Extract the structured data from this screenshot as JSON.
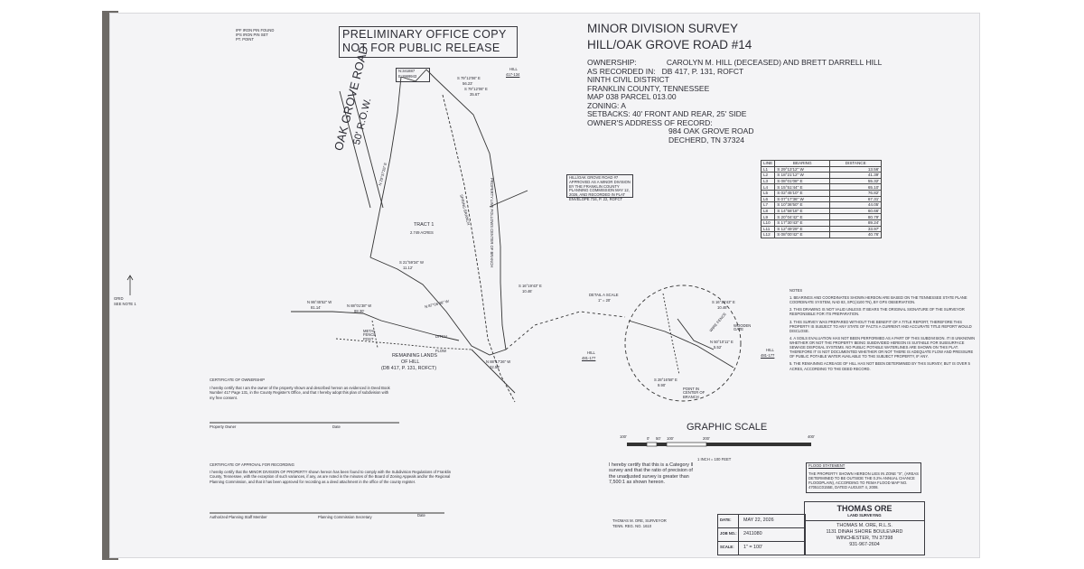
{
  "legend": {
    "lines": [
      "IPF IRON PIN FOUND",
      "IPS IRON PIN SET",
      "PT. POINT"
    ]
  },
  "stamp": {
    "line1": "PRELIMINARY OFFICE COPY",
    "line2": "NOT FOR PUBLIC RELEASE"
  },
  "title": {
    "line1": "MINOR DIVISION SURVEY",
    "line2": "HILL/OAK GROVE ROAD #14"
  },
  "info": {
    "ownership_label": "OWNERSHIP:",
    "ownership_value": "CAROLYN M. HILL (DECEASED) AND BRETT DARRELL HILL",
    "recorded_label": "AS RECORDED IN:",
    "recorded_value": "DB 417, P. 131, ROFCT",
    "district": "NINTH CIVIL DISTRICT",
    "county": "FRANKLIN COUNTY, TENNESSEE",
    "map": "MAP 038 PARCEL 013.00",
    "zoning": "ZONING: A",
    "setbacks": "SETBACKS: 40' FRONT AND REAR, 25' SIDE",
    "address_label": "OWNER'S ADDRESS OF RECORD:",
    "address_line1": "984 OAK GROVE ROAD",
    "address_line2": "DECHERD, TN 37324"
  },
  "line_table": {
    "headers": [
      "LINE",
      "BEARING",
      "DISTANCE"
    ],
    "rows": [
      [
        "L1",
        "S 29°13'12\" W",
        "13.56'"
      ],
      [
        "L2",
        "S 18°21'12\" W",
        "41.39'"
      ],
      [
        "L3",
        "S 08°01'08\" E",
        "55.32'"
      ],
      [
        "L4",
        "S 15°51'44\" E",
        "65.10'"
      ],
      [
        "L5",
        "S 02°45'10\" E",
        "76.82'"
      ],
      [
        "L6",
        "S 07°17'36\" W",
        "67.31'"
      ],
      [
        "L7",
        "S 10°36'50\" E",
        "44.05'"
      ],
      [
        "L8",
        "S 14°58'18\" E",
        "60.66'"
      ],
      [
        "L9",
        "S 20°04'42\" E",
        "80.79'"
      ],
      [
        "L10",
        "S 17°30'43\" E",
        "89.24'"
      ],
      [
        "L11",
        "S 12°49'29\" E",
        "33.97'"
      ],
      [
        "L12",
        "S 08°00'42\" E",
        "40.76'"
      ]
    ]
  },
  "plat": {
    "road_name": "OAK GROVE ROAD",
    "road_row": "50' R.O.W.",
    "road_bearing": "N 29°37'26\" E",
    "coord_n": "N:341887",
    "coord_e": "E:1969943",
    "hill_ref_top": "HILL",
    "hill_ref_top_page": "417-134",
    "bearing_a": "S 79°12'06\" E",
    "bearing_a_dist": "56.23'",
    "bearing_b": "S 79°12'06\" E",
    "bearing_b_dist": "35.67'",
    "tract_label": "TRACT 1",
    "tract_area": "2.749 ACRES",
    "spring_branch": "SPRING BRANCH",
    "flow": "FLOW",
    "ditch": "DITCH",
    "boundary_note": "PROPERTY LINE FOLLOWS CENTER OF BRANCH",
    "approval_box": "HILL/OAK GROVE ROAD #7 APPROVED AS A MINOR DIVISION BY THE FRANKLIN COUNTY PLANNING COMMISSION MAY 12, 2026, AND RECORDED IN PLAT ENVELOPE 734, P. 22, ROFCT",
    "grid_label": "GRID",
    "see_note": "SEE NOTE 1",
    "bearing_c": "N 86°45'52\" W",
    "bearing_c_dist": "81.14'",
    "bearing_d": "N 88°01'38\" W",
    "bearing_d_dist": "88.30'",
    "bearing_e": "S 21°59'34\" W",
    "bearing_e_dist": "11.12'",
    "bearing_f": "N 87°06'38\" W",
    "bearing_g": "S 16°19'43\" E",
    "bearing_g_dist": "10.46'",
    "bearing_h": "N 88°17'26\" W",
    "bearing_h_dist": "32.59'",
    "metal_fence_post": "METAL FENCE POST",
    "remaining_label": "REMAINING LANDS",
    "remaining_owner": "OF HILL",
    "remaining_ref": "(DB 417, P. 131, ROFCT)",
    "detail_label": "DETAIL A SCALE",
    "detail_scale": "1\" = 20'",
    "hill_ref_mid": "HILL",
    "hill_ref_mid_page": "481-177",
    "hill_ref_right": "HILL",
    "hill_ref_right_page": "481-177",
    "detail_bearing_1": "S 16°19'43\" E",
    "detail_bearing_1_dist": "10.46'",
    "detail_bearing_2": "N 50°10'11\" E",
    "detail_bearing_2_dist": "5.52'",
    "detail_bearing_3": "S 28°16'58\" E",
    "detail_bearing_3_dist": "9.90'",
    "wooden_gate": "WOODEN GATE",
    "wire_fence": "WIRE FENCE",
    "point_center": "POINT IN CENTER OF BRANCH"
  },
  "graphic_scale": {
    "title": "GRAPHIC SCALE",
    "ticks": [
      "100'",
      "0'",
      "50'",
      "100'",
      "200'",
      "400'"
    ],
    "inch": "1 INCH = 100 FEET"
  },
  "notes": {
    "title": "NOTES",
    "items": [
      "1. BEARINGS AND COORDINATES SHOWN HEREON ARE BASED ON THE TENNESSEE STATE PLANE COORDINATE SYSTEM, NAD 83, SPC(4100 TN), BY GPS OBSERVATION.",
      "2. THIS DRAWING IS NOT VALID UNLESS IT BEARS THE ORIGINAL SIGNATURE OF THE SURVEYOR RESPONSIBLE FOR ITS PREPARATION.",
      "3. THIS SURVEY WAS PREPARED WITHOUT THE BENEFIT OF A TITLE REPORT, THEREFORE THIS PROPERTY IS SUBJECT TO ANY STATE OF FACTS A CURRENT AND ACCURATE TITLE REPORT WOULD DISCLOSE.",
      "4. A SOILS EVALUATION HAS NOT BEEN PERFORMED AS A PART OF THIS SUBDIVISION. IT IS UNKNOWN WHETHER OR NOT THE PROPERTY BEING SUBDIVIDED HEREON IS SUITABLE FOR SUBSURFACE SEWAGE DISPOSAL SYSTEMS. NO PUBLIC POTABLE WATERLINES ARE SHOWN ON THIS PLAT. THEREFORE IT IS NOT DOCUMENTED WHETHER OR NOT THERE IS ADEQUATE FLOW AND PRESSURE OF PUBLIC POTABLE WATER AVAILABLE TO THE SUBJECT PROPERTY, IF ANY.",
      "5. THE REMAINING ACREAGE OF HILL HAS NOT BEEN DETERMINED BY THIS SURVEY, BUT IS OVER 5 ACRES, ACCORDING TO THE DEED RECORD."
    ]
  },
  "ownership_cert": {
    "title": "CERTIFICATE OF OWNERSHIP",
    "body": "I hereby certify that I am the owner of the property shown and described hereon as evidenced in Deed Book Number 417 Page 131, in the County Register's Office, and that I hereby adopt this plan of subdivision with my free consent.",
    "sig1": "Property Owner",
    "sig2": "Date"
  },
  "approval_cert": {
    "title": "CERTIFICATE OF APPROVAL FOR RECORDING",
    "body": "I hereby certify that the MINOR DIVISION OF PROPERTY shown hereon has been found to comply with the Subdivision Regulations of Franklin County, Tennessee, with the exception of such variances, if any, as are noted in the minutes of the Board of Zoning Appeals and/or the Regional Planning Commission, and that it has been approved for recording as a deed attachment in the office of the county register.",
    "sig1": "Authorized Planning Staff Member",
    "sig2": "Planning Commission Secretary",
    "sig3": "Date"
  },
  "surveyor_cert": {
    "body": "I hereby certify that this is a Category II survey and that the ratio of precision of the unadjusted survey is greater than 7,500:1 as shown hereon.",
    "name": "THOMAS M. ORE, SURVEYOR",
    "reg": "TENN. REG. NO. 1610"
  },
  "flood": {
    "title": "FLOOD STATEMENT",
    "body": "THE PROPERTY SHOWN HEREON LIES IN ZONE \"X\", (AREAS DETERMINED TO BE OUTSIDE THE 0.2% ANNUAL CHANCE FLOODPLAIN), ACCORDING TO FEMA FLOOD MAP NO. 47051C0155E, DATED AUGUST 4, 2008."
  },
  "job": {
    "date_label": "DATE:",
    "date_value": "MAY 22, 2026",
    "job_label": "JOB NO.:",
    "job_value": "2411080",
    "scale_label": "SCALE:",
    "scale_value": "1\" = 100'"
  },
  "firm": {
    "name": "THOMAS ORE",
    "sub": "LAND SURVEYING",
    "person": "THOMAS M. ORE, R.L.S.",
    "addr1": "1131 DINAH SHORE BOULEVARD",
    "addr2": "WINCHESTER, TN 37398",
    "phone": "931-967-2604"
  }
}
